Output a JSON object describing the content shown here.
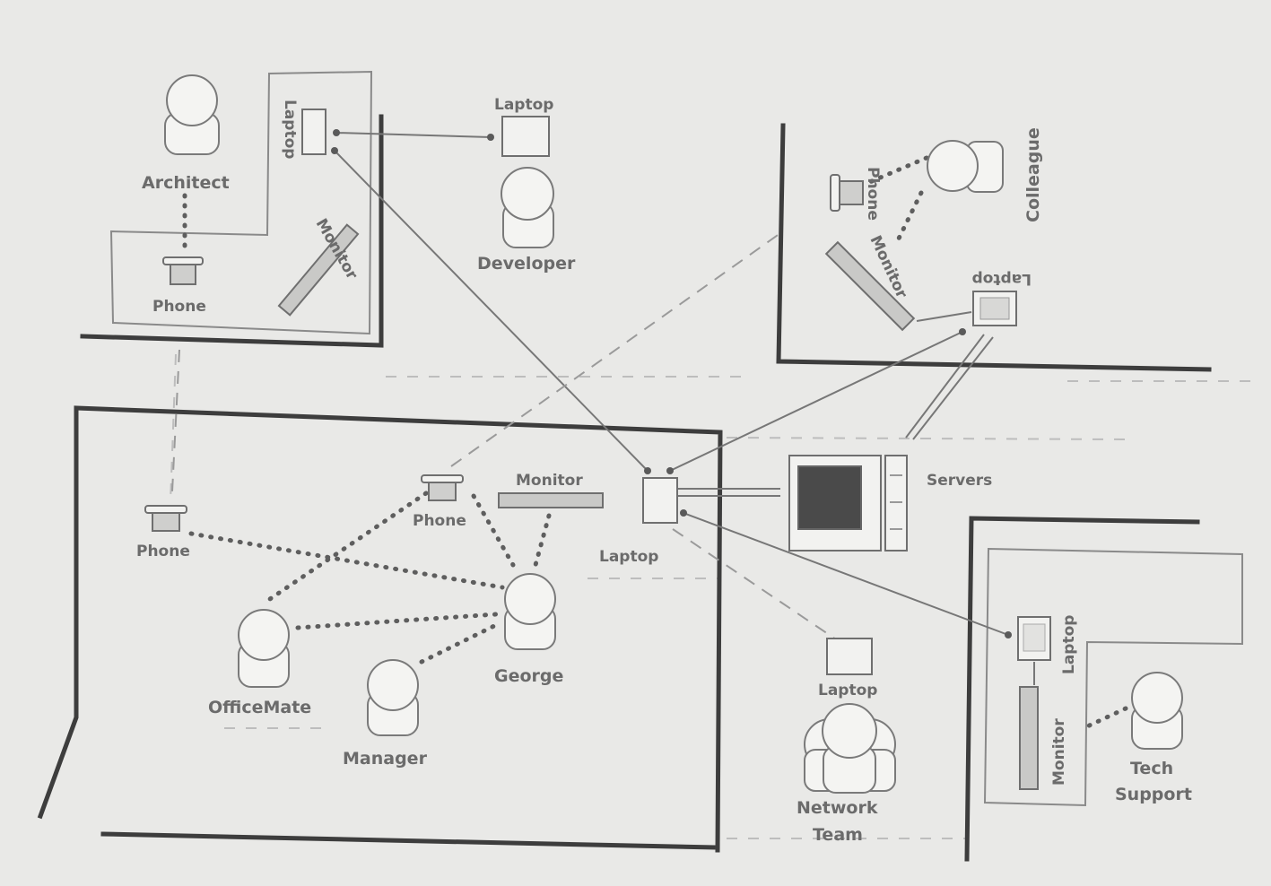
{
  "labels": {
    "architect": "Architect",
    "phone_architect": "Phone",
    "laptop_architect": "Laptop",
    "monitor_architect": "Monitor",
    "laptop_developer": "Laptop",
    "developer": "Developer",
    "phone_colleague": "Phone",
    "colleague": "Colleague",
    "monitor_colleague": "Monitor",
    "laptop_colleague": "Laptop",
    "servers": "Servers",
    "phone_left": "Phone",
    "phone_center": "Phone",
    "monitor_george": "Monitor",
    "laptop_george": "Laptop",
    "george": "George",
    "officemate": "OfficeMate",
    "manager": "Manager",
    "laptop_network": "Laptop",
    "network_team_line1": "Network",
    "network_team_line2": "Team",
    "laptop_tech": "Laptop",
    "monitor_tech": "Monitor",
    "tech_support_line1": "Tech",
    "tech_support_line2": "Support"
  }
}
